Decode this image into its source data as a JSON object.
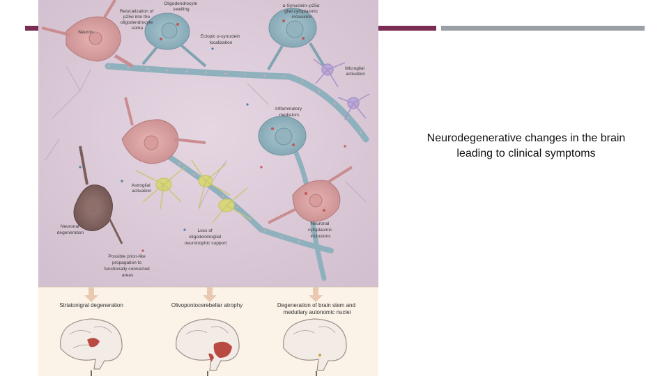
{
  "slide": {
    "caption": "Neurodegenerative changes in the brain leading to clinical symptoms",
    "accent_color": "#7a2c52",
    "secondary_color": "#9aa0a6"
  },
  "figure": {
    "labels": {
      "relocalization": [
        "Relocalization of",
        "p25α into the",
        "oligodendrocyte",
        "soma"
      ],
      "swelling": [
        "Oligodendrocyte",
        "swelling"
      ],
      "gci": [
        "α-Synuclein–p25α",
        "glial cytoplasmic",
        "inclusions"
      ],
      "neuron": [
        "Neuron"
      ],
      "ectopic": [
        "Ectopic α-synuclein",
        "localization"
      ],
      "microglial": [
        "Microglial",
        "activation"
      ],
      "inflammatory": [
        "Inflammatory",
        "mediators"
      ],
      "astroglial": [
        "Astroglial",
        "activation"
      ],
      "neuronal_degeneration": [
        "Neuronal",
        "degeneration"
      ],
      "loss_support": [
        "Loss of",
        "oligodendroglial",
        "neurotrophic support"
      ],
      "neuronal_inclusions": [
        "Neuronal",
        "cytoplasmic",
        "inclusions"
      ],
      "prion": [
        "Possible prion-like",
        "propagation to",
        "functionally connected",
        "areas"
      ]
    },
    "panels": [
      {
        "title": [
          "Striatonigral degeneration"
        ]
      },
      {
        "title": [
          "Olivopontocerebellar atrophy"
        ]
      },
      {
        "title": [
          "Degeneration of brain stem and",
          "medullary autonomic nuclei"
        ]
      }
    ]
  }
}
